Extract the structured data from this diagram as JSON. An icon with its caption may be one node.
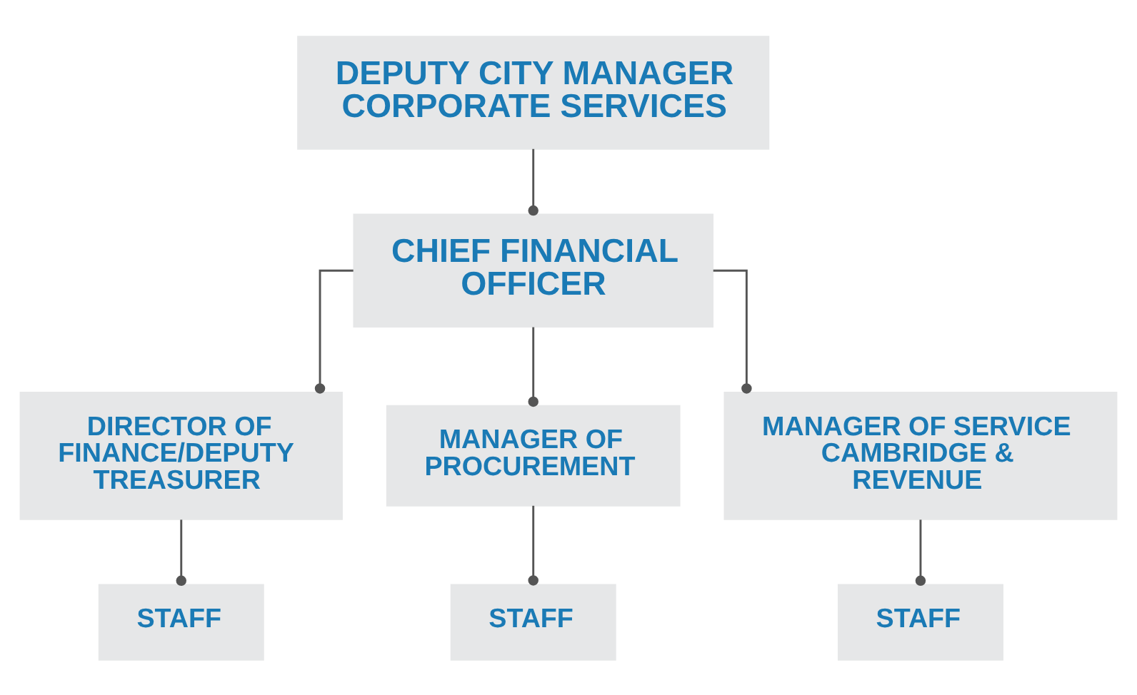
{
  "diagram": {
    "nodes": [
      {
        "text": [
          "DEPUTY CITY MANAGER CORPORATE SERVICES"
        ]
      },
      {
        "text": [
          "CHIEF FINANCIAL OFFICER"
        ]
      },
      {
        "text": [
          "DIRECTOR OF FINANCE/DEPUTY TREASURER"
        ]
      },
      {
        "text": [
          "MANAGER OF PROCUREMENT"
        ]
      },
      {
        "text": [
          "MANAGER OF SERVICE CAMBRIDGE & REVENUE"
        ]
      },
      {
        "text": [
          "STAFF"
        ]
      },
      {
        "text": [
          "STAFF"
        ]
      },
      {
        "text": [
          "STAFF"
        ]
      }
    ],
    "edges": [
      {
        "from": 0,
        "to": 1,
        "arrow": "other"
      },
      {
        "from": 1,
        "to": 2,
        "arrow": "other"
      },
      {
        "from": 1,
        "to": 3,
        "arrow": "other"
      },
      {
        "from": 1,
        "to": 4,
        "arrow": "other"
      },
      {
        "from": 2,
        "to": 5,
        "arrow": "other"
      },
      {
        "from": 3,
        "to": 6,
        "arrow": "other"
      },
      {
        "from": 4,
        "to": 7,
        "arrow": "other"
      }
    ]
  }
}
